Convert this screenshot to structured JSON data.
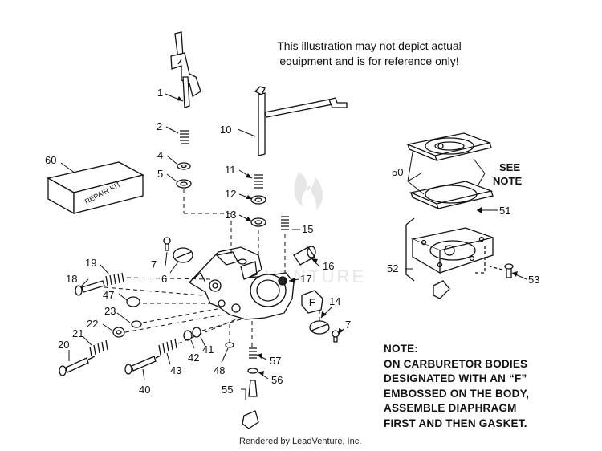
{
  "disclaimer": {
    "line1": "This illustration may not depict actual",
    "line2": "equipment and is for reference only!"
  },
  "kit_label": "REPAIR KIT",
  "see_note": {
    "line1": "SEE",
    "line2": "NOTE"
  },
  "watermark": "VENTURE",
  "f_mark": "F",
  "parts": [
    "1",
    "2",
    "4",
    "5",
    "6",
    "7",
    "7",
    "10",
    "11",
    "12",
    "13",
    "14",
    "15",
    "16",
    "17",
    "18",
    "19",
    "20",
    "21",
    "22",
    "23",
    "40",
    "41",
    "42",
    "43",
    "47",
    "48",
    "50",
    "51",
    "52",
    "53",
    "55",
    "56",
    "57",
    "60"
  ],
  "note": {
    "title": "NOTE:",
    "lines": [
      "ON CARBURETOR BODIES",
      "DESIGNATED WITH AN “F”",
      "EMBOSSED ON THE BODY,",
      "ASSEMBLE DIAPHRAGM",
      "FIRST AND THEN GASKET."
    ]
  },
  "credit": "Rendered by LeadVenture, Inc."
}
